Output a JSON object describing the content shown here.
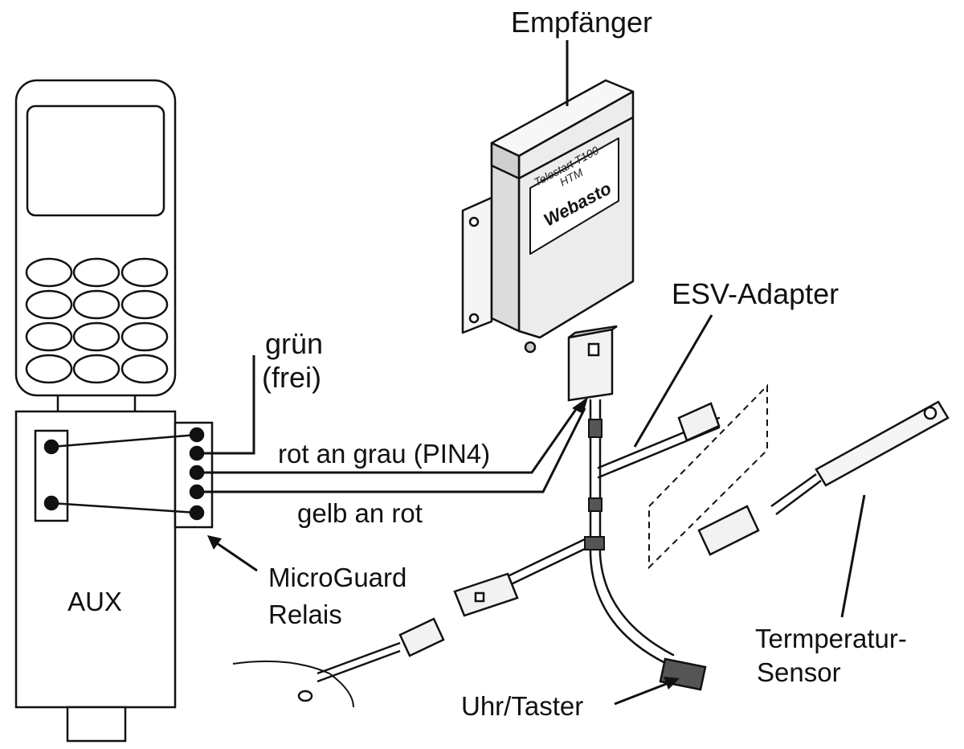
{
  "labels": {
    "receiver": "Empfänger",
    "esv_adapter": "ESV-Adapter",
    "green_free_line1": "grün",
    "green_free_line2": "(frei)",
    "red_to_grey": "rot an grau (PIN4)",
    "yellow_to_red": "gelb an rot",
    "microguard_line1": "MicroGuard",
    "microguard_line2": "Relais",
    "aux": "AUX",
    "clock_button": "Uhr/Taster",
    "temp_sensor_line1": "Termperatur-",
    "temp_sensor_line2": "Sensor"
  },
  "device": {
    "model_line1": "Telestart T100",
    "model_line2": "HTM",
    "brand": "Webasto"
  },
  "colors": {
    "ink": "#111111",
    "device_fill": "#f2f2f2",
    "cable_fill": "#e6e6e6"
  }
}
